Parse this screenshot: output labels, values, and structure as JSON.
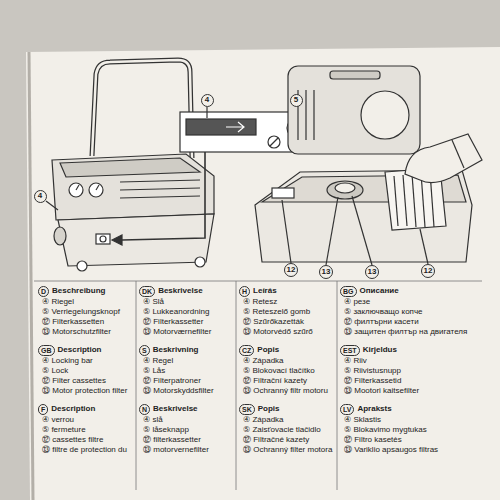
{
  "diagram": {
    "nodes": [
      {
        "text": [
          "4"
        ]
      },
      {
        "text": [
          "5"
        ]
      },
      {
        "text": [
          "4"
        ]
      },
      {
        "text": [
          "12"
        ]
      },
      {
        "text": [
          "13"
        ]
      },
      {
        "text": [
          "13"
        ]
      },
      {
        "text": [
          "12"
        ]
      },
      {
        "text": [
          "D",
          "Beschreibung"
        ]
      },
      {
        "text": [
          "GB",
          "Description"
        ]
      },
      {
        "text": [
          "F",
          "Description"
        ]
      },
      {
        "text": [
          "DK",
          "Beskrivelse"
        ]
      },
      {
        "text": [
          "S",
          "Beskrivning"
        ]
      },
      {
        "text": [
          "N",
          "Beskrivelse"
        ]
      },
      {
        "text": [
          "H",
          "Leírás"
        ]
      },
      {
        "text": [
          "CZ",
          "Popis"
        ]
      },
      {
        "text": [
          "SK",
          "Popis"
        ]
      },
      {
        "text": [
          "BG",
          "Описание"
        ]
      },
      {
        "text": [
          "EST",
          "Kirjeldus"
        ]
      },
      {
        "text": [
          "LV",
          "Apraksts"
        ]
      }
    ],
    "labels": [
      "④ Riegel",
      "⑤ Verriegelungsknopf",
      "⑫ Filterkassetten",
      "⑬ Motorschutzfilter",
      "④ Locking bar",
      "⑤ Lock",
      "⑫ Filter cassettes",
      "⑬ Motor protection filter",
      "④ verrou",
      "⑤ fermeture",
      "⑫ cassettes filtre",
      "⑬ filtre de protection du",
      "④ Slå",
      "⑤ Lukkeanordning",
      "⑫ Filterkassetter",
      "⑬ Motorværnefilter",
      "④ Regel",
      "⑤ Lås",
      "⑫ Filterpatroner",
      "⑬ Motorskyddsfilter",
      "④ slå",
      "⑤ låseknapp",
      "⑫ filterkassetter",
      "⑬ motorvernefilter",
      "④ Retesz",
      "⑤ Reteszelő gomb",
      "⑫ Szűrőkazetták",
      "⑬ Motorvédő szűrő",
      "④ Západka",
      "⑤ Blokovací tlačítko",
      "⑫ Filtrační kazety",
      "⑬ Ochranný filtr motoru",
      "④ Západka",
      "⑤ Zaisťovacie tlačidlo",
      "⑫ Filtračné kazety",
      "⑬ Ochranný filter motora",
      "④ резе",
      "⑤ заключващо копче",
      "⑫ филтърни касети",
      "⑬ защитен филтър на двигателя",
      "④ Riiv",
      "⑤ Riivistusnupp",
      "⑫ Filterkassetid",
      "⑬ Mootori kaitsefilter",
      "④ Sklastis",
      "⑤ Blokavimo mygtukas",
      "⑫ Filtro kasetės",
      "⑬ Variklio apsaugos filtras"
    ]
  }
}
